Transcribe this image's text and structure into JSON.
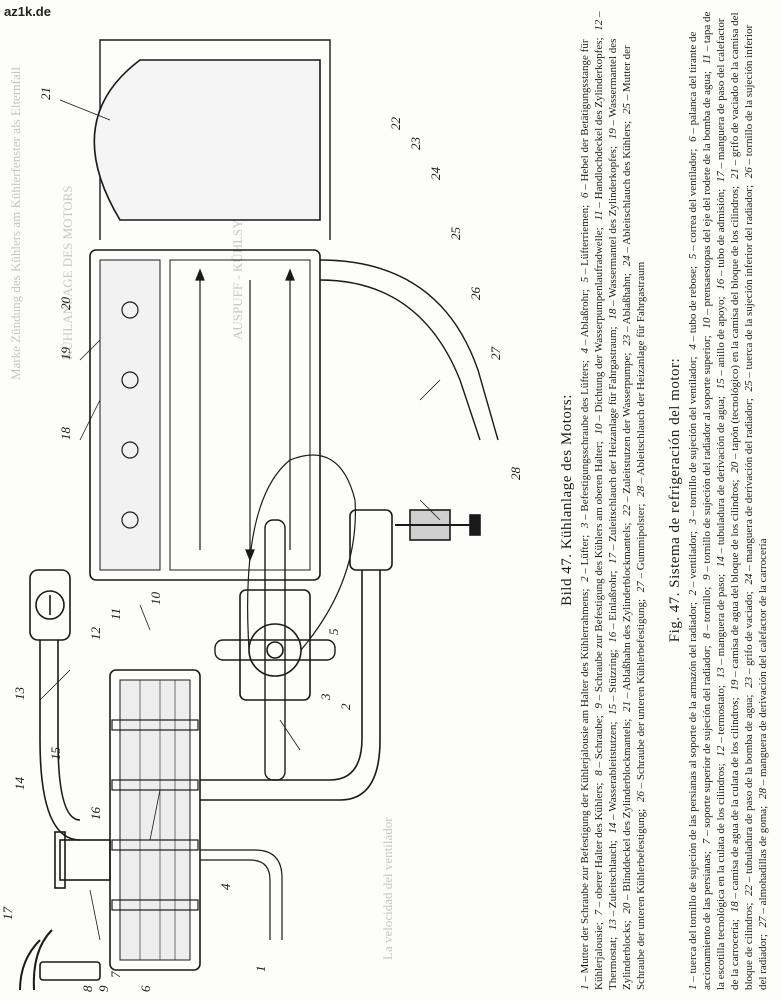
{
  "watermark": "az1k.de",
  "ghost_text": {
    "line1": "Marke Zündung des Kühlers am Kühlerfenster als Elternfall",
    "line2": "KÜHLANLAGE DES MOTORS",
    "line3": "AUSPUFF - KÜHLSYSTEM",
    "line4": "La velocidad del ventilador"
  },
  "callouts": [
    "1",
    "2",
    "3",
    "4",
    "5",
    "6",
    "7",
    "8",
    "9",
    "10",
    "11",
    "12",
    "13",
    "14",
    "15",
    "16",
    "17",
    "18",
    "19",
    "20",
    "21",
    "22",
    "23",
    "24",
    "25",
    "26",
    "27",
    "28"
  ],
  "legend_de": {
    "title": "Bild 47. Kühlanlage des Motors:",
    "items": [
      {
        "n": "1",
        "t": "– Mutter der Schraube zur Befestigung der Kühlerjalousie am Halter des Kühlerrahmens;"
      },
      {
        "n": "2",
        "t": "– Lüfter;"
      },
      {
        "n": "3",
        "t": "– Befestigungsschraube des Lüfters;"
      },
      {
        "n": "4",
        "t": "– Ablaßrohr;"
      },
      {
        "n": "5",
        "t": "– Lüfterriemen;"
      },
      {
        "n": "6",
        "t": "– Hebel der Betätigungsstange für Kühlerjalousie;"
      },
      {
        "n": "7",
        "t": "– oberer Halter des Kühlers;"
      },
      {
        "n": "8",
        "t": "– Schraube;"
      },
      {
        "n": "9",
        "t": "– Schraube zur Befestigung des Kühlers am oberen Halter;"
      },
      {
        "n": "10",
        "t": "– Dichtung der Wasserpumpenlaufradwelle;"
      },
      {
        "n": "11",
        "t": "– Handlochdeckel des Zylinderkopfes;"
      },
      {
        "n": "12",
        "t": "– Thermostat;"
      },
      {
        "n": "13",
        "t": "– Zuleitschlauch;"
      },
      {
        "n": "14",
        "t": "– Wasserableitstutzen;"
      },
      {
        "n": "15",
        "t": "– Stützring;"
      },
      {
        "n": "16",
        "t": "– Einlaßrohr;"
      },
      {
        "n": "17",
        "t": "– Zuleitschlauch der Heizanlage für Fahrgastraum;"
      },
      {
        "n": "18",
        "t": "– Wassermantel des Zylinderkopfes;"
      },
      {
        "n": "19",
        "t": "– Wassermantel des Zylinderblocks;"
      },
      {
        "n": "20",
        "t": "– Blinddeckel des Zylinderblockmantels;"
      },
      {
        "n": "21",
        "t": "– Ablaßhahn des Zylinderblockmantels;"
      },
      {
        "n": "22",
        "t": "– Zuleitstutzen der Wasserpumpe;"
      },
      {
        "n": "23",
        "t": "– Ablaßhahn;"
      },
      {
        "n": "24",
        "t": "– Ableitschlauch des Kühlers;"
      },
      {
        "n": "25",
        "t": "– Mutter der Schraube der unteren Kühlerbefestigung;"
      },
      {
        "n": "26",
        "t": "– Schraube der unteren Kühlerbefestigung;"
      },
      {
        "n": "27",
        "t": "– Gummipolster;"
      },
      {
        "n": "28",
        "t": "– Ableitschlauch der Heizanlage für Fahrgastraum"
      }
    ]
  },
  "legend_es": {
    "title": "Fig. 47. Sistema de refrigeración del motor:",
    "items": [
      {
        "n": "1",
        "t": "– tuerca del tornillo de sujeción de las persianas al soporte de la armazón del radiador;"
      },
      {
        "n": "2",
        "t": "– ventilador;"
      },
      {
        "n": "3",
        "t": "– tornillo de sujeción del ventilador;"
      },
      {
        "n": "4",
        "t": "– tubo de rebose;"
      },
      {
        "n": "5",
        "t": "– correa del ventilador;"
      },
      {
        "n": "6",
        "t": "– palanca del tirante de accionamiento de las persianas;"
      },
      {
        "n": "7",
        "t": "– soporte superior de sujeción del radiador;"
      },
      {
        "n": "8",
        "t": "– tornillo;"
      },
      {
        "n": "9",
        "t": "– tornillo de sujeción del radiador al soporte superior;"
      },
      {
        "n": "10",
        "t": "– prensaestopas del eje del rodete de la bomba de agua;"
      },
      {
        "n": "11",
        "t": "– tapa de la escotilla tecnológica en la culata de los cilindros;"
      },
      {
        "n": "12",
        "t": "– termostato;"
      },
      {
        "n": "13",
        "t": "– manguera de paso;"
      },
      {
        "n": "14",
        "t": "– tubuladura de derivación de agua;"
      },
      {
        "n": "15",
        "t": "– anillo de apoyo;"
      },
      {
        "n": "16",
        "t": "– tubo de admisión;"
      },
      {
        "n": "17",
        "t": "– manguera de paso del calefactor de la carrocería;"
      },
      {
        "n": "18",
        "t": "– camisa de agua de la culata de los cilindros;"
      },
      {
        "n": "19",
        "t": "– camisa de agua del bloque de los cilindros;"
      },
      {
        "n": "20",
        "t": "– tapón (tecnológico) en la camisa del bloque de los cilindros;"
      },
      {
        "n": "21",
        "t": "– grifo de vaciado de la camisa del bloque de cilindros;"
      },
      {
        "n": "22",
        "t": "– tubuladura de paso de la bomba de agua;"
      },
      {
        "n": "23",
        "t": "– grifo de vaciado;"
      },
      {
        "n": "24",
        "t": "– manguera de derivación del radiador;"
      },
      {
        "n": "25",
        "t": "– tuerca de la sujeción inferior del radiador;"
      },
      {
        "n": "26",
        "t": "– tornillo de la sujeción inferior del radiador;"
      },
      {
        "n": "27",
        "t": "– almohadillas de goma;"
      },
      {
        "n": "28",
        "t": "– manguera de derivación del calefactor de la carrocería"
      }
    ]
  }
}
